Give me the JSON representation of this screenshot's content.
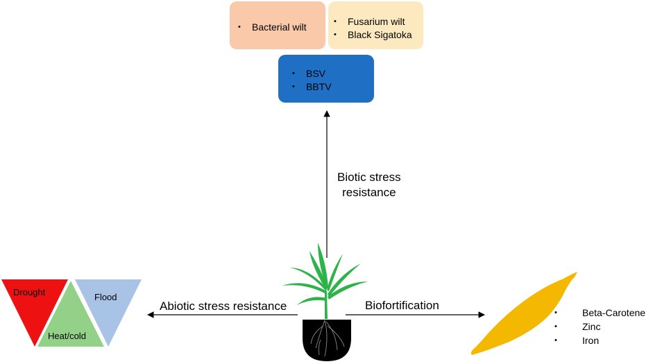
{
  "diseases": {
    "bacterial": [
      "Bacterial wilt"
    ],
    "fungal": [
      "Fusarium wilt",
      "Black Sigatoka"
    ],
    "viral": [
      "BSV",
      "BBTV"
    ]
  },
  "arrows": {
    "biotic": "Biotic stress\nresistance",
    "abiotic": "Abiotic stress resistance",
    "biofortification": "Biofortification"
  },
  "abiotic_stresses": {
    "drought": "Drought",
    "heat_cold": "Heat/cold",
    "flood": "Flood"
  },
  "nutrients": [
    "Beta-Carotene",
    "Zinc",
    "Iron"
  ],
  "colors": {
    "bacterial_box": "#f9c9aa",
    "fungal_box": "#fde9c0",
    "viral_box": "#1f6fc5",
    "drought": "#ee1111",
    "heat_cold": "#93d189",
    "flood": "#a9c3e6",
    "leaf": "#2db34a",
    "fruit": "#f5b800"
  }
}
